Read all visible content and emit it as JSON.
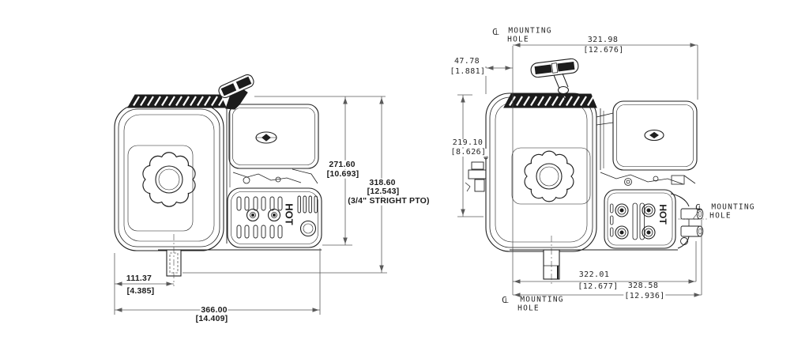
{
  "views": {
    "side": {
      "hot": "HOT",
      "dims": {
        "h1_mm": "271.60",
        "h1_in": "[10.693]",
        "h2_mm": "318.60",
        "h2_in": "[12.543]",
        "h2_note": "(3/4\" STRIGHT PTO)",
        "w1_mm": "111.37",
        "w1_in": "[4.385]",
        "w2_mm": "366.00",
        "w2_in": "[14.409]"
      }
    },
    "front": {
      "hot": "HOT",
      "dims": {
        "top_mm": "321.98",
        "top_in": "[12.676]",
        "offset_mm": "47.78",
        "offset_in": "[1.881]",
        "height_mm": "219.10",
        "height_in": "[8.626]",
        "b1_mm": "322.01",
        "b1_in": "[12.677]",
        "b2_mm": "328.58",
        "b2_in": "[12.936]"
      }
    }
  },
  "labels": {
    "mounting_line1": "MOUNTING",
    "mounting_line2": "HOLE"
  }
}
